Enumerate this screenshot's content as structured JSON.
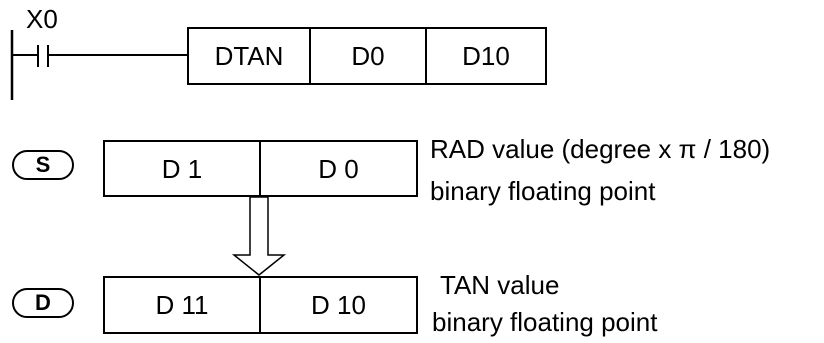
{
  "ladder": {
    "contact_label": "X0",
    "instruction": [
      "DTAN",
      "D0",
      "D10"
    ]
  },
  "source": {
    "badge": "S",
    "registers": [
      "D 1",
      "D 0"
    ],
    "desc_line1": "RAD value (degree x π / 180)",
    "desc_line2": "binary floating point"
  },
  "destination": {
    "badge": "D",
    "registers": [
      "D 11",
      "D 10"
    ],
    "desc_line1": "TAN value",
    "desc_line2": "binary floating point"
  }
}
